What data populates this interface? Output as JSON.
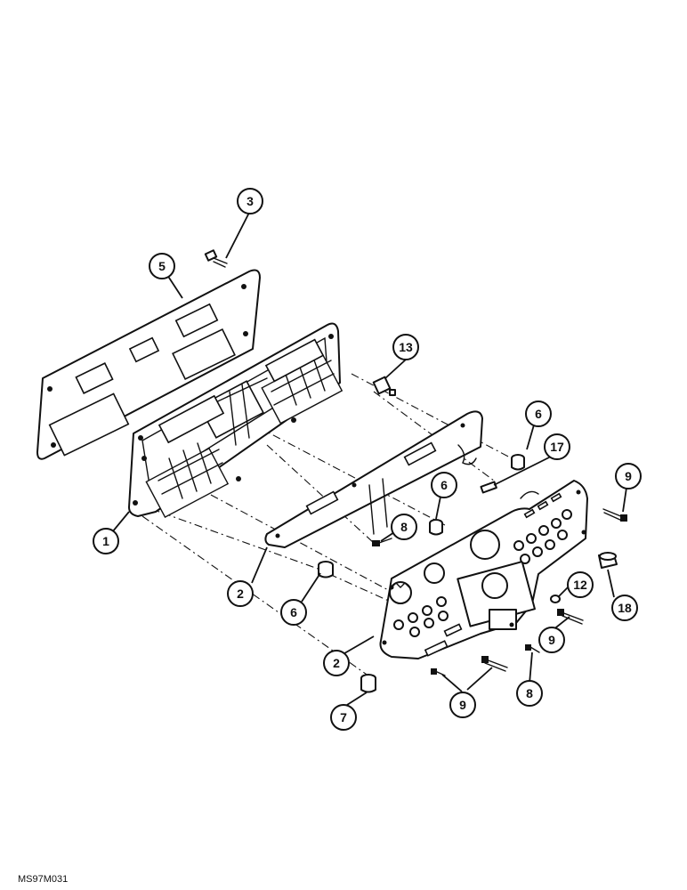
{
  "figure_ref": "MS97M031",
  "callouts": [
    {
      "id": "c1",
      "label": "1"
    },
    {
      "id": "c2a",
      "label": "2"
    },
    {
      "id": "c2b",
      "label": "2"
    },
    {
      "id": "c3",
      "label": "3"
    },
    {
      "id": "c5",
      "label": "5"
    },
    {
      "id": "c6a",
      "label": "6"
    },
    {
      "id": "c6b",
      "label": "6"
    },
    {
      "id": "c6c",
      "label": "6"
    },
    {
      "id": "c7",
      "label": "7"
    },
    {
      "id": "c8a",
      "label": "8"
    },
    {
      "id": "c8b",
      "label": "8"
    },
    {
      "id": "c9a",
      "label": "9"
    },
    {
      "id": "c9b",
      "label": "9"
    },
    {
      "id": "c9c",
      "label": "9"
    },
    {
      "id": "c12",
      "label": "12"
    },
    {
      "id": "c13",
      "label": "13"
    },
    {
      "id": "c17",
      "label": "17"
    },
    {
      "id": "c18",
      "label": "18"
    }
  ]
}
